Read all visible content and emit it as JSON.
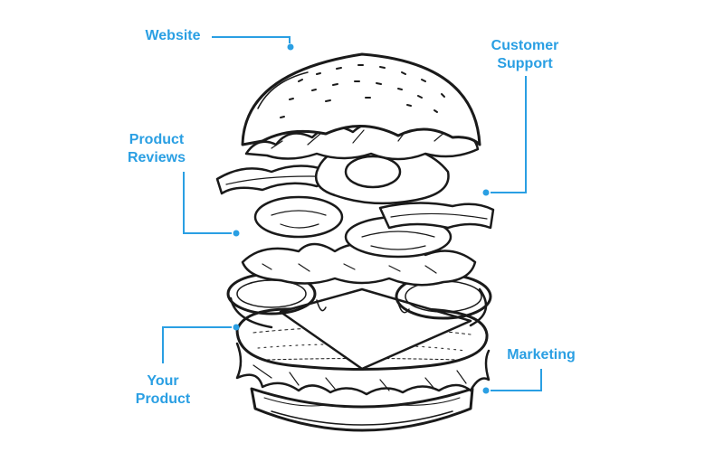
{
  "callouts": {
    "website": "Website",
    "customer_support": [
      "Customer",
      "Support"
    ],
    "product_reviews": [
      "Product",
      "Reviews"
    ],
    "your_product": [
      "Your",
      "Product"
    ],
    "marketing": "Marketing"
  },
  "colors": {
    "accent": "#2a9fe3",
    "ink": "#1a1a1a"
  },
  "illustration": "hand-drawn-burger-icon"
}
